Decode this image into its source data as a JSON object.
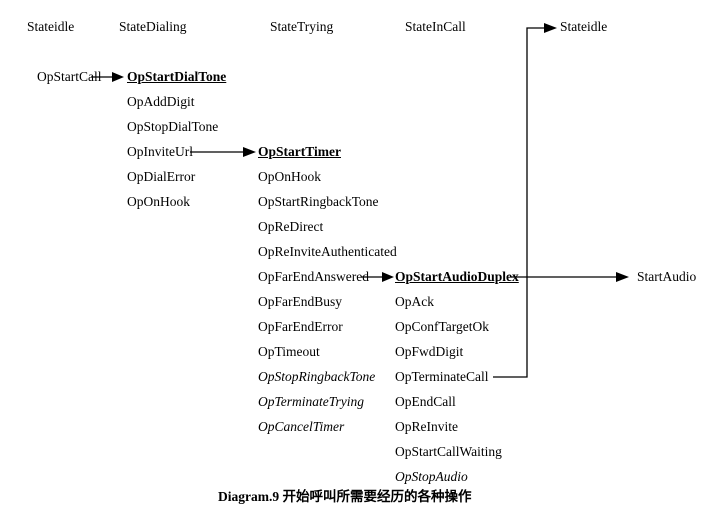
{
  "diagram": {
    "headers": [
      "Stateidle",
      "StateDialing",
      "StateTrying",
      "StateInCall",
      "Stateidle"
    ],
    "idle_ops": [
      "OpStartCall"
    ],
    "dialing_ops": [
      "OpStartDialTone",
      "OpAddDigit",
      "OpStopDialTone",
      "OpInviteUrl",
      "OpDialError",
      "OpOnHook"
    ],
    "trying_ops": [
      "OpStartTimer",
      "OpOnHook",
      "OpStartRingbackTone",
      "OpReDirect",
      "OpReInviteAuthenticated",
      "OpFarEndAnswered",
      "OpFarEndBusy",
      "OpFarEndError",
      "OpTimeout",
      "OpStopRingbackTone",
      "OpTerminateTrying",
      "OpCancelTimer"
    ],
    "incall_ops": [
      "OpStartAudioDuplex",
      "OpAck",
      "OpConfTargetOk",
      "OpFwdDigit",
      "OpTerminateCall",
      "OpEndCall",
      "OpReInvite",
      "OpStartCallWaiting",
      "OpStopAudio"
    ],
    "result_label": "StartAudio",
    "caption": "Diagram.9 开始呼叫所需要经历的各种操作",
    "transitions": [
      {
        "from": "OpStartCall",
        "to": "OpStartDialTone"
      },
      {
        "from": "OpInviteUrl",
        "to": "OpStartTimer"
      },
      {
        "from": "OpFarEndAnswered",
        "to": "OpStartAudioDuplex"
      },
      {
        "from": "OpStartAudioDuplex",
        "to": "StartAudio"
      },
      {
        "from": "OpTerminateCall",
        "to": "Stateidle"
      }
    ],
    "colors": {
      "line": "#000000",
      "text": "#000000",
      "background": "#ffffff"
    }
  }
}
